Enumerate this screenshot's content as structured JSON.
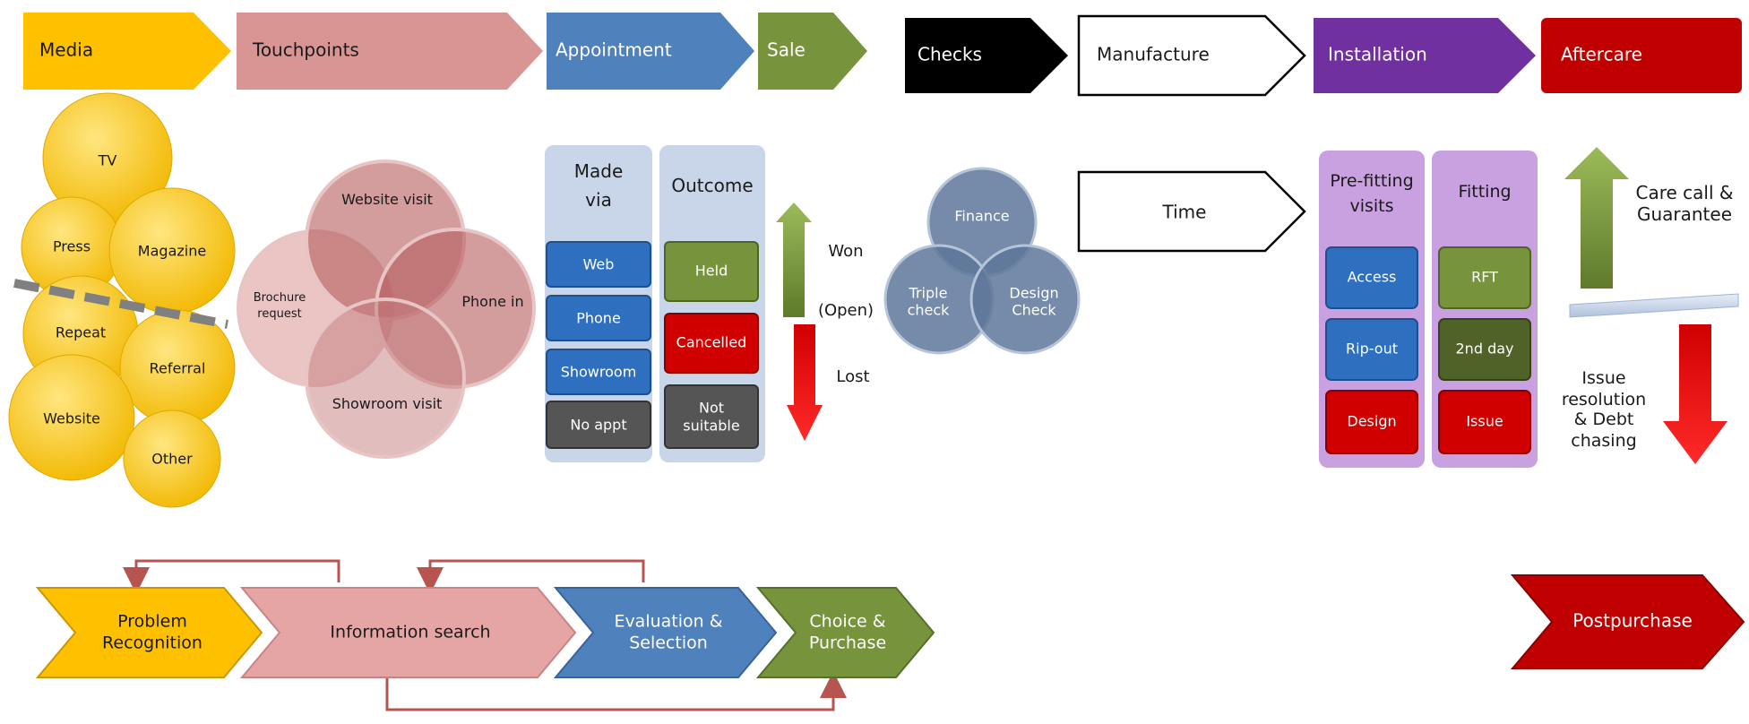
{
  "stages": [
    {
      "label": "Media",
      "fill": "#FFC000",
      "text": "#1a1a1a"
    },
    {
      "label": "Touchpoints",
      "fill": "#D99594",
      "text": "#1a1a1a"
    },
    {
      "label": "Appointment",
      "fill": "#4F81BD",
      "text": "#ffffff"
    },
    {
      "label": "Sale",
      "fill": "#77933C",
      "text": "#ffffff"
    },
    {
      "label": "Checks",
      "fill": "#000000",
      "text": "#ffffff"
    },
    {
      "label": "Manufacture",
      "fill": "#ffffff",
      "text": "#1a1a1a"
    },
    {
      "label": "Installation",
      "fill": "#7030A0",
      "text": "#ffffff"
    },
    {
      "label": "Aftercare",
      "fill": "#C00000",
      "text": "#ffffff"
    }
  ],
  "media": [
    "TV",
    "Press",
    "Magazine",
    "Repeat",
    "Referral",
    "Website",
    "Other"
  ],
  "touchpoints": {
    "website": "Website visit",
    "brochure": [
      "Brochure",
      "request"
    ],
    "phone": "Phone in",
    "showroom": "Showroom visit"
  },
  "appointment": {
    "made_via_title": [
      "Made",
      "via"
    ],
    "made_via": [
      "Web",
      "Phone",
      "Showroom",
      "No appt"
    ],
    "outcome_title": "Outcome",
    "outcomes": [
      [
        "Held"
      ],
      [
        "Cancelled"
      ],
      [
        "Not",
        "suitable"
      ]
    ]
  },
  "sale": {
    "won": "Won",
    "open": "(Open)",
    "lost": "Lost"
  },
  "checks": {
    "finance": "Finance",
    "triple": [
      "Triple",
      "check"
    ],
    "design": [
      "Design",
      "Check"
    ]
  },
  "manufacture": {
    "time": "Time"
  },
  "installation": {
    "prefit_title": [
      "Pre-fitting",
      "visits"
    ],
    "prefit": [
      "Access",
      "Rip-out",
      "Design"
    ],
    "fitting_title": "Fitting",
    "fitting": [
      "RFT",
      "2nd day",
      "Issue"
    ]
  },
  "aftercare": {
    "up": [
      "Care call &",
      "Guarantee"
    ],
    "down": [
      "Issue",
      "resolution",
      "& Debt",
      "chasing"
    ]
  },
  "process": [
    {
      "label": [
        "Problem",
        "Recognition"
      ],
      "fill": "#FFC000",
      "text": "#1a1a1a"
    },
    {
      "label": [
        "Information search"
      ],
      "fill": "#E6A5A5",
      "text": "#1a1a1a"
    },
    {
      "label": [
        "Evaluation &",
        "Selection"
      ],
      "fill": "#4F81BD",
      "text": "#ffffff"
    },
    {
      "label": [
        "Choice &",
        "Purchase"
      ],
      "fill": "#77933C",
      "text": "#ffffff"
    }
  ],
  "postpurchase": {
    "label": "Postpurchase",
    "fill": "#C00000",
    "text": "#ffffff"
  },
  "colors": {
    "media_circle": "#FFD23F",
    "touch_circle": "#B65B5E",
    "blue_box": "#2F6FC0",
    "gray_box": "#555555",
    "green_box": "#77933C",
    "red_box": "#D00000",
    "panel_blue": "#C9D6EA",
    "panel_purple": "#C9A0E0",
    "checks_circle": "#6D85A6",
    "feedback_arrow": "#B85450"
  }
}
